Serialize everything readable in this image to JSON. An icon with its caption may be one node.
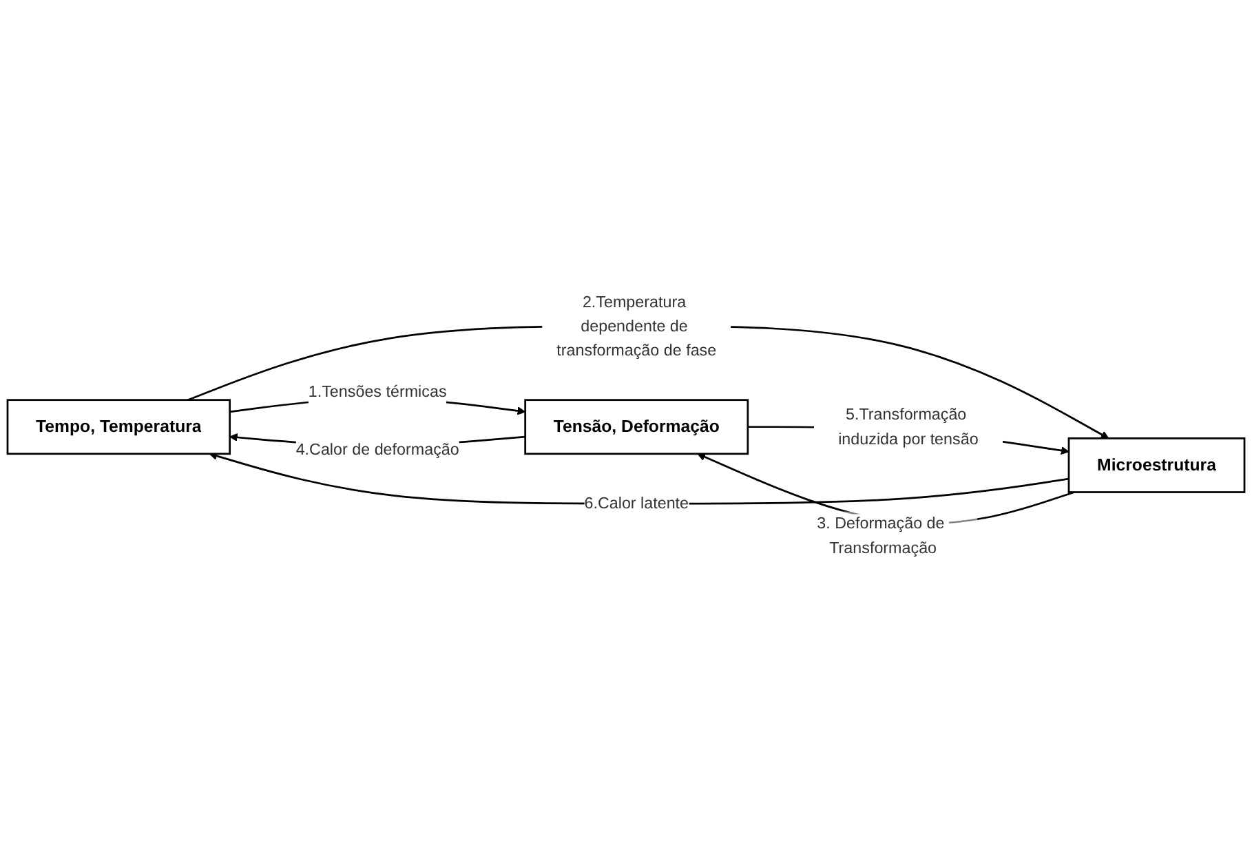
{
  "diagram": {
    "nodes": [
      {
        "text": [
          "Tempo, Temperatura"
        ]
      },
      {
        "text": [
          "Tensão, Deformação"
        ]
      },
      {
        "text": [
          "Microestrutura"
        ]
      }
    ],
    "edges": [
      {
        "from": 0,
        "to": 1,
        "arrow": "to",
        "label": "1.Tensões térmicas"
      },
      {
        "from": 1,
        "to": 0,
        "arrow": "to",
        "label": "4.Calor de deformação"
      },
      {
        "from": 0,
        "to": 2,
        "arrow": "to",
        "label": "2.Temperatura dependente de transformação de fase"
      },
      {
        "from": 2,
        "to": 0,
        "arrow": "to",
        "label": "6.Calor latente"
      },
      {
        "from": 1,
        "to": 2,
        "arrow": "to",
        "label": "5.Transformação induzida por tensão"
      },
      {
        "from": 2,
        "to": 1,
        "arrow": "to",
        "label": "3. Deformação de Transformação"
      }
    ]
  }
}
